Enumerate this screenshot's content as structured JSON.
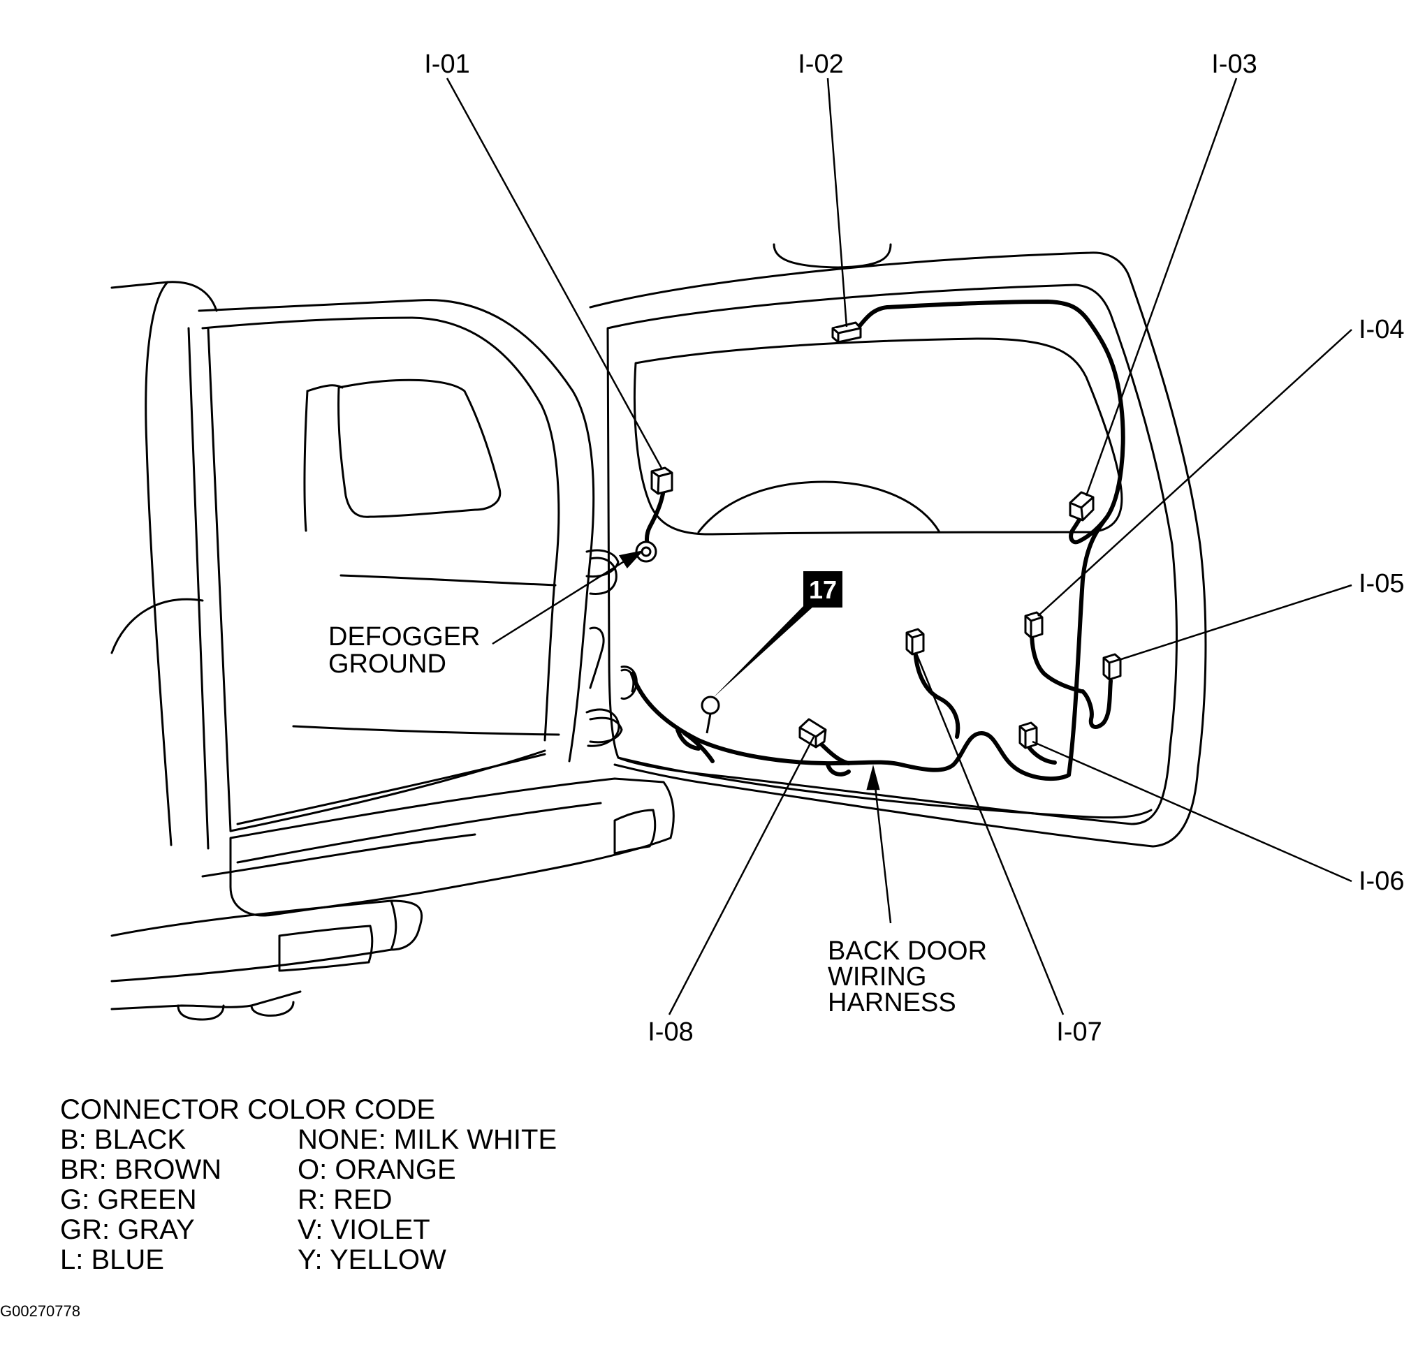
{
  "callouts": {
    "i01": "I-01",
    "i02": "I-02",
    "i03": "I-03",
    "i04": "I-04",
    "i05": "I-05",
    "i06": "I-06",
    "i07": "I-07",
    "i08": "I-08"
  },
  "badge": "17",
  "defogger_ground": [
    "DEFOGGER",
    "GROUND"
  ],
  "harness": [
    "BACK DOOR",
    "WIRING",
    "HARNESS"
  ],
  "legend": {
    "title": "CONNECTOR COLOR CODE",
    "left": [
      "B: BLACK",
      "BR: BROWN",
      "G: GREEN",
      "GR: GRAY",
      "L: BLUE"
    ],
    "right": [
      "NONE: MILK WHITE",
      "O: ORANGE",
      "R: RED",
      "V: VIOLET",
      "Y: YELLOW"
    ]
  },
  "figure_code": "G00270778"
}
